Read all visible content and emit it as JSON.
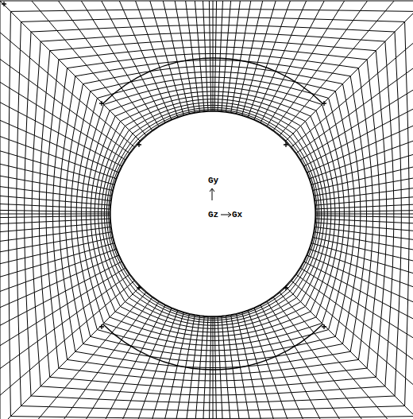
{
  "diagram": {
    "labels": [
      "Gy",
      "Gz",
      "Gx"
    ]
  }
}
